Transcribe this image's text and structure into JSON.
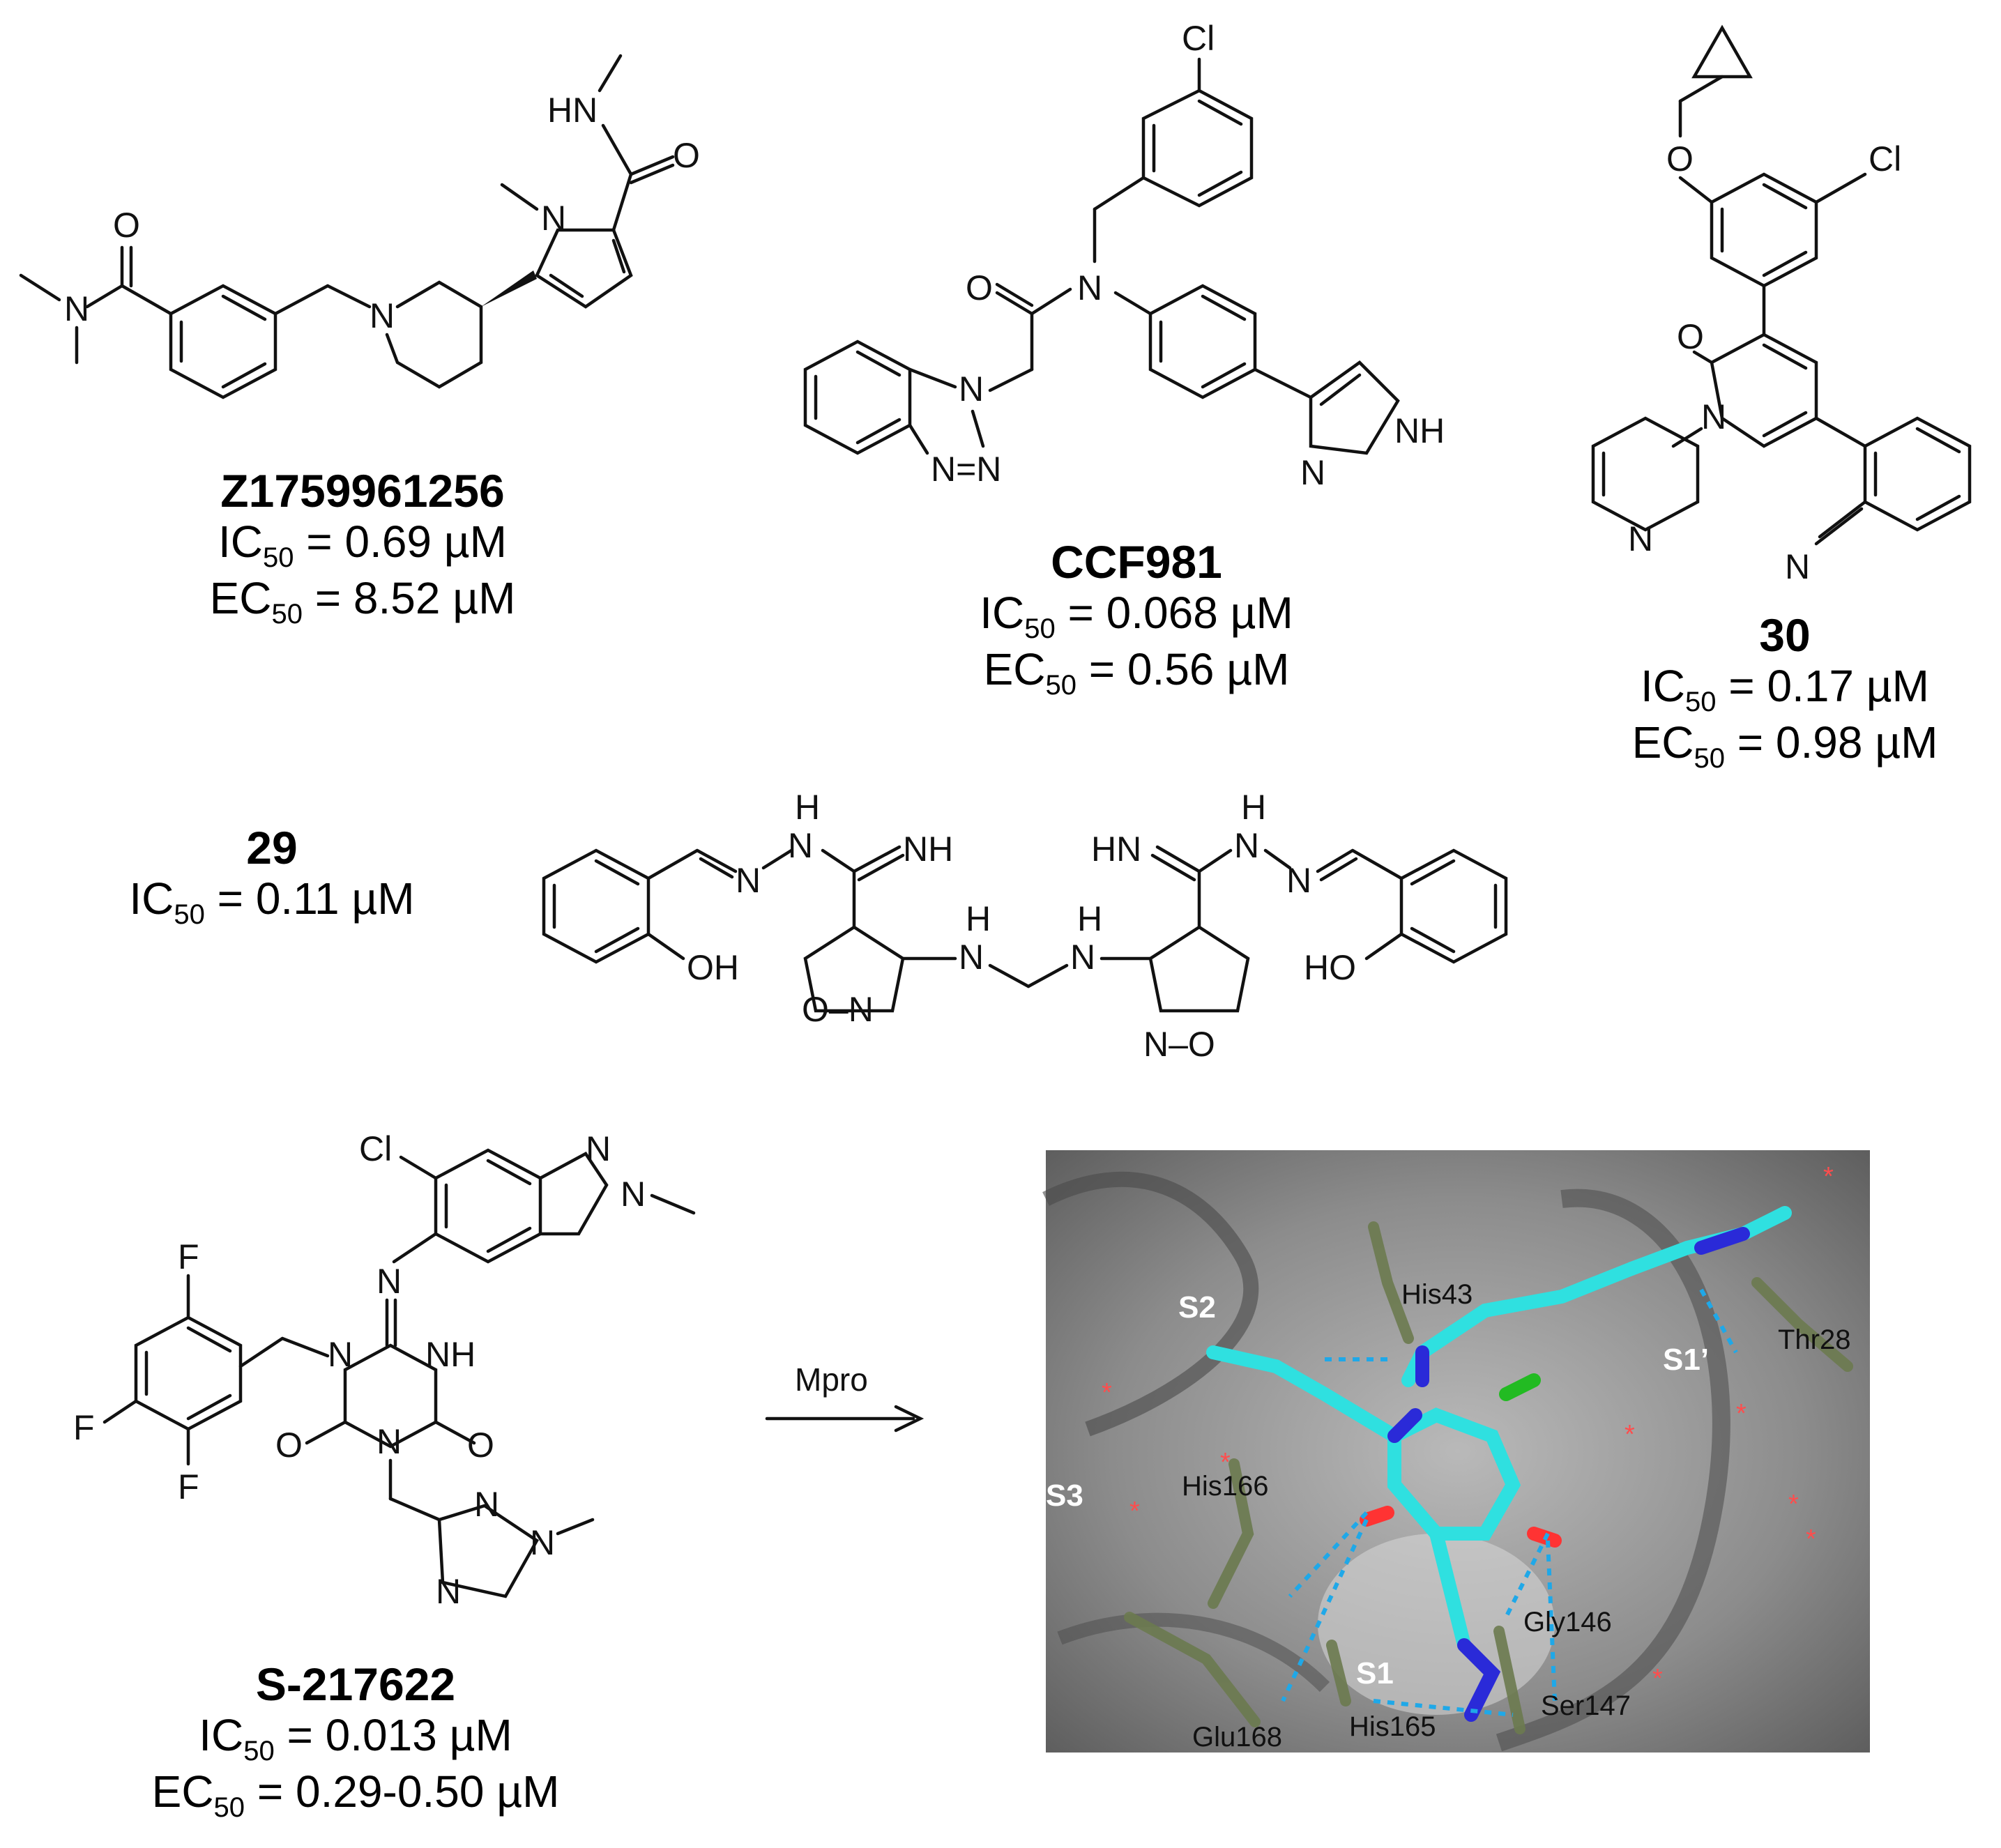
{
  "compounds": {
    "z1759961256": {
      "name": "Z1759961256",
      "ic50": {
        "prefix": "IC",
        "sub": "50",
        "value": " = 0.69 µM"
      },
      "ec50": {
        "prefix": "EC",
        "sub": "50",
        "value": " = 8.52 µM"
      }
    },
    "ccf981": {
      "name": "CCF981",
      "ic50": {
        "prefix": "IC",
        "sub": "50",
        "value": " = 0.068 µM"
      },
      "ec50": {
        "prefix": "EC",
        "sub": "50",
        "value": " = 0.56 µM"
      }
    },
    "c30": {
      "name": "30",
      "ic50": {
        "prefix": "IC",
        "sub": "50",
        "value": " = 0.17 µM"
      },
      "ec50": {
        "prefix": "EC",
        "sub": "50",
        "value": " = 0.98 µM"
      }
    },
    "c29": {
      "name": "29",
      "ic50": {
        "prefix": "IC",
        "sub": "50",
        "value": " = 0.11 µM"
      }
    },
    "s217622": {
      "name": "S-217622",
      "ic50": {
        "prefix": "IC",
        "sub": "50",
        "value": " = 0.013 µM"
      },
      "ec50": {
        "prefix": "EC",
        "sub": "50",
        "value": " = 0.29-0.50 µM"
      }
    }
  },
  "atoms": {
    "hn": "HN",
    "o": "O",
    "n": "N",
    "cl": "Cl",
    "nh": "NH",
    "h": "H",
    "oh": "OH",
    "ho": "HO",
    "f": "F",
    "n_eq_n": "N=N",
    "o_n": "O–N",
    "n_o": "N–O"
  },
  "arrow": {
    "label": "Mpro"
  },
  "binding_site": {
    "sites": [
      "S2",
      "S3",
      "S1",
      "S1’"
    ],
    "residues": [
      "His43",
      "Thr28",
      "His166",
      "Gly146",
      "Ser147",
      "His165",
      "Glu168"
    ]
  },
  "colors": {
    "carbon": "#2fe0e0",
    "nitrogen": "#2a2ad8",
    "oxygen": "#ff3333",
    "chlorine": "#22bb22",
    "residue": "#6b7a4f",
    "hbond": "#1fa8e8"
  }
}
